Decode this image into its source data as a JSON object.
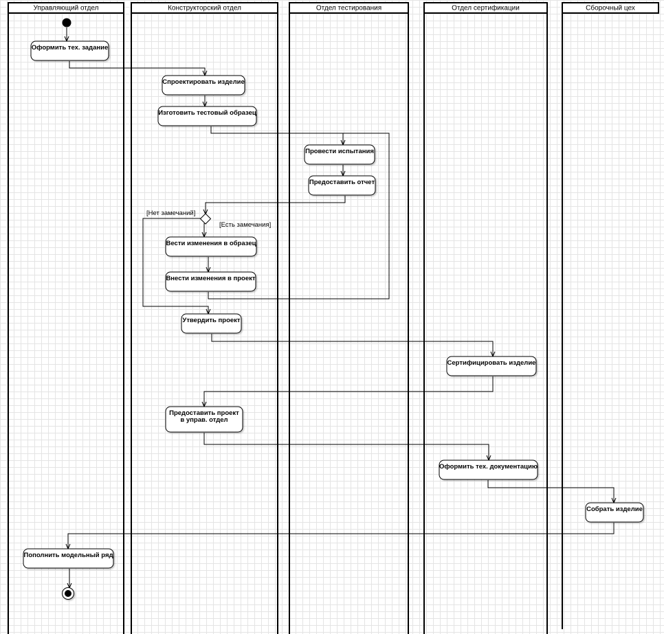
{
  "lanes": [
    {
      "id": "mgmt",
      "label": "Управляющий отдел"
    },
    {
      "id": "design",
      "label": "Конструкторский отдел"
    },
    {
      "id": "testing",
      "label": "Отдел тестирования"
    },
    {
      "id": "cert",
      "label": "Отдел сертификации"
    },
    {
      "id": "assembly",
      "label": "Сборочный цех"
    }
  ],
  "actions": [
    {
      "id": "tech_task",
      "lines": [
        "Оформить тех. задание"
      ]
    },
    {
      "id": "design_product",
      "lines": [
        "Спроектировать изделие"
      ]
    },
    {
      "id": "make_sample",
      "lines": [
        "Изготовить тестовый образец"
      ]
    },
    {
      "id": "run_tests",
      "lines": [
        "Провести испытания"
      ]
    },
    {
      "id": "give_report",
      "lines": [
        "Предоставить отчет"
      ]
    },
    {
      "id": "change_sample",
      "lines": [
        "Вести изменения в образец"
      ]
    },
    {
      "id": "change_project",
      "lines": [
        "Внести изменения в проект"
      ]
    },
    {
      "id": "approve_project",
      "lines": [
        "Утвердить проект"
      ]
    },
    {
      "id": "certify_product",
      "lines": [
        "Сертифицировать изделие"
      ]
    },
    {
      "id": "submit_project",
      "lines": [
        "Предоставить проект",
        "в управ. отдел"
      ]
    },
    {
      "id": "tech_docs",
      "lines": [
        "Оформить тех. документацию"
      ]
    },
    {
      "id": "assemble_product",
      "lines": [
        "Собрать изделие"
      ]
    },
    {
      "id": "extend_lineup",
      "lines": [
        "Пополнить модельный ряд"
      ]
    }
  ],
  "guards": {
    "no_remarks": "[Нет замечаний]",
    "has_remarks": "[Есть замечания]"
  }
}
